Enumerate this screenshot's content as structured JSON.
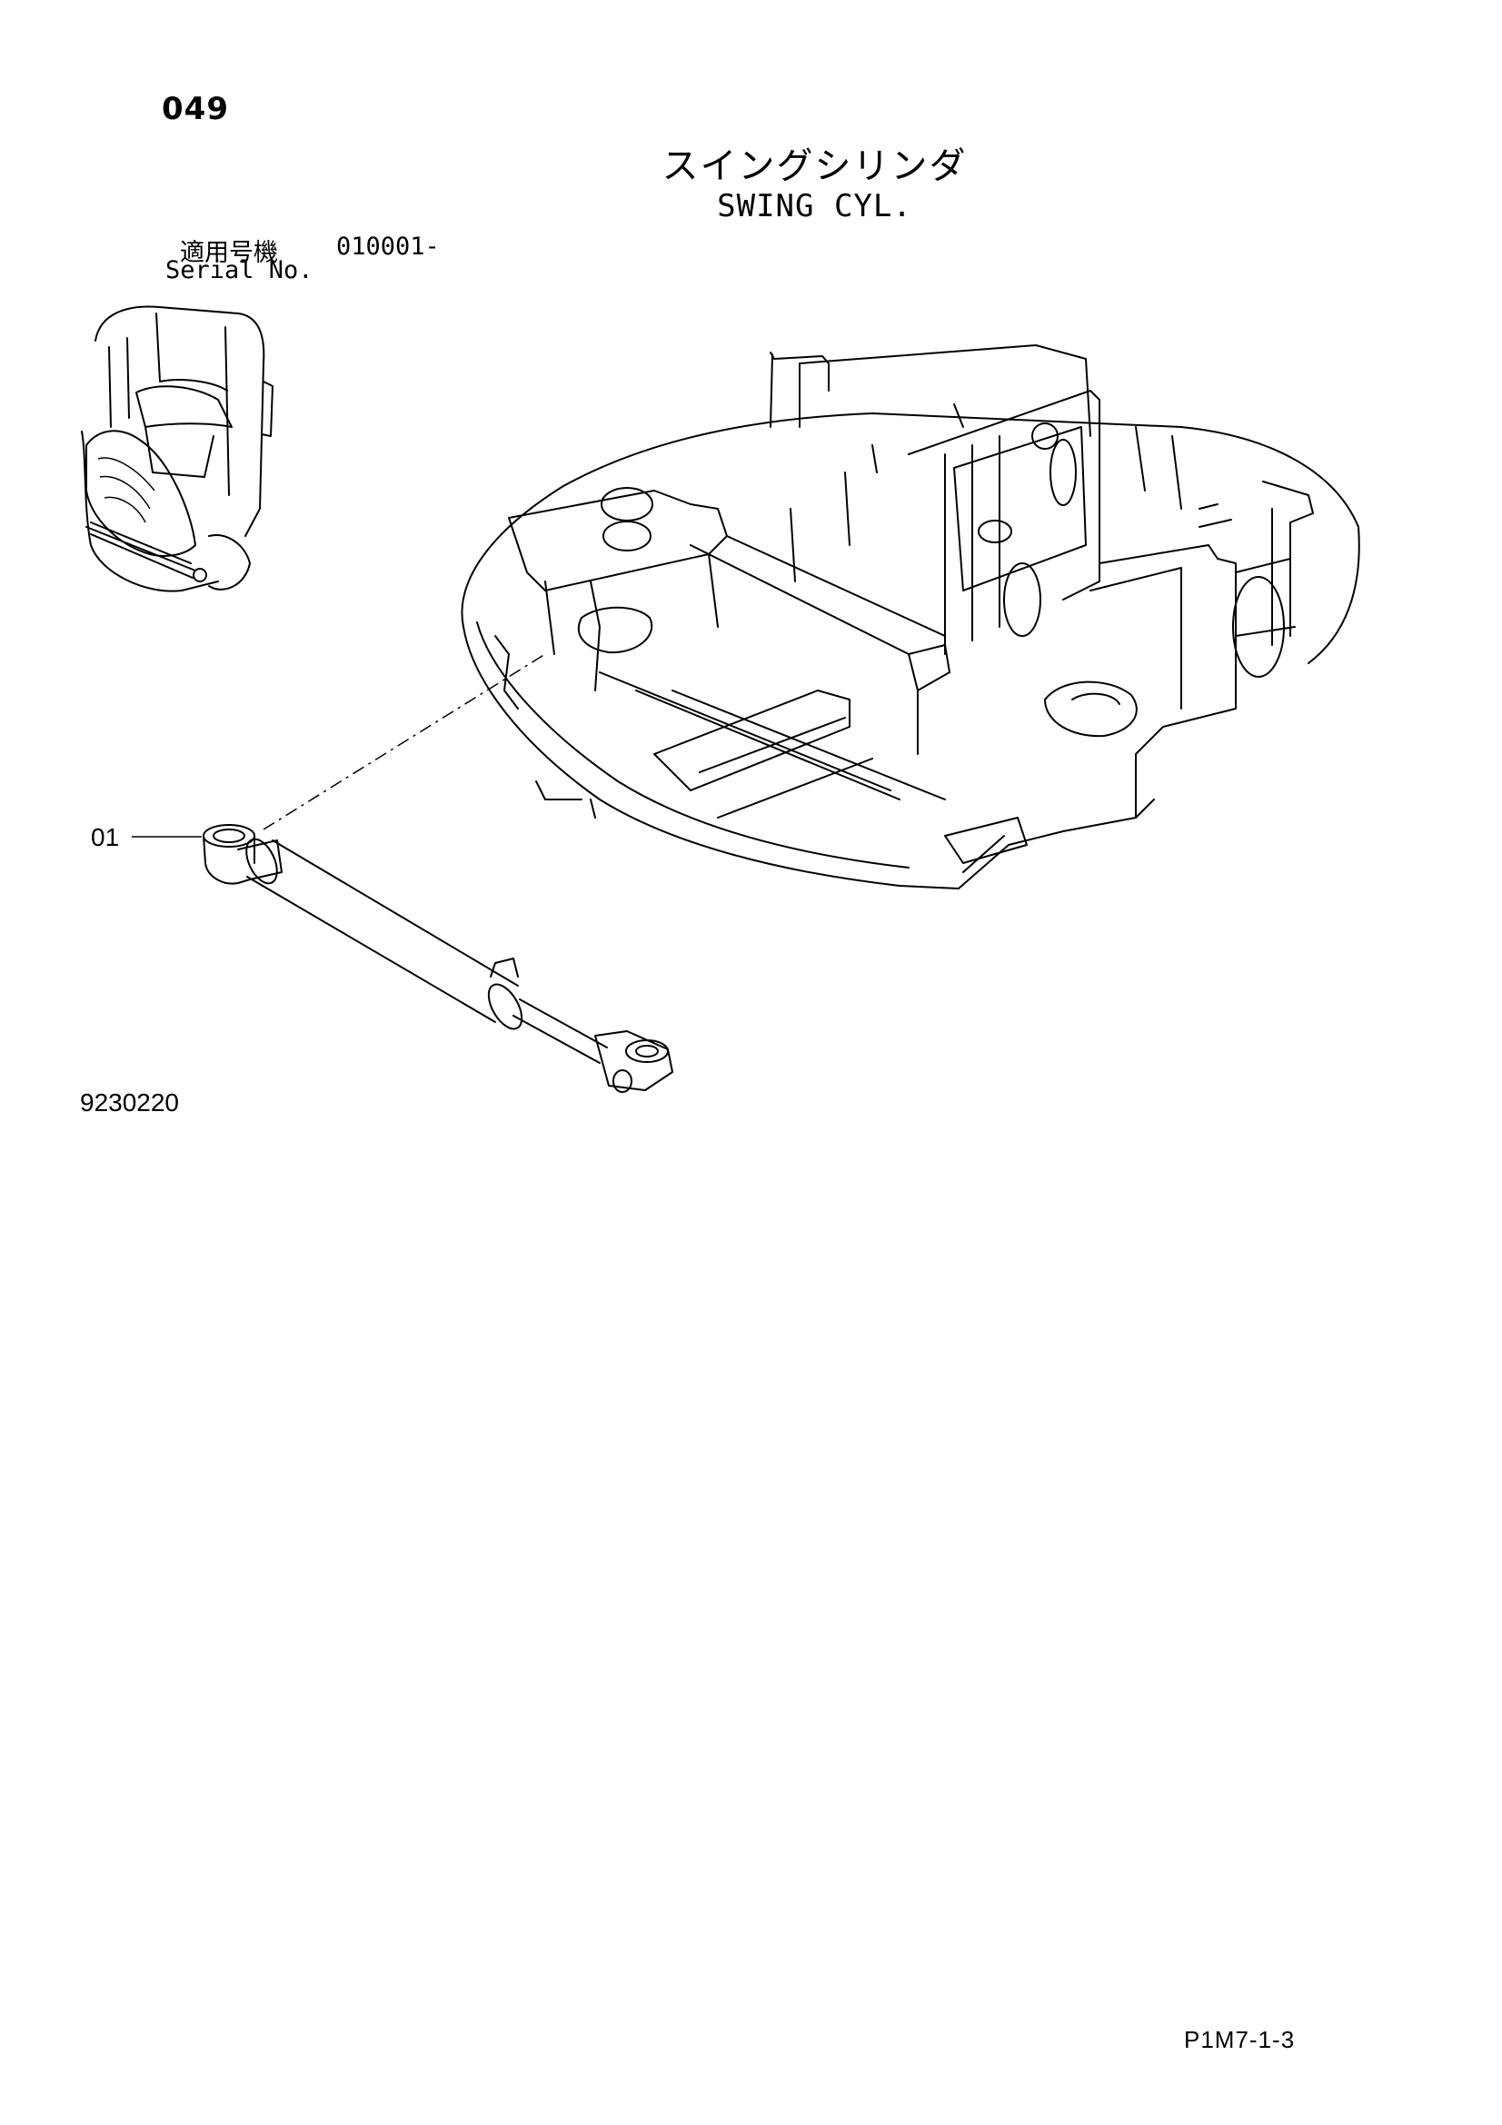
{
  "header": {
    "page_number": "049",
    "title_jp": "スイングシリンダ",
    "title_en": "SWING CYL.",
    "serial_label_jp": "適用号機",
    "serial_value": "010001-",
    "serial_label_en": "Serial No."
  },
  "diagram": {
    "callouts": [
      {
        "label": "01"
      }
    ],
    "drawing_number": "9230220"
  },
  "footer": {
    "page_ref": "P1M7-1-3"
  }
}
